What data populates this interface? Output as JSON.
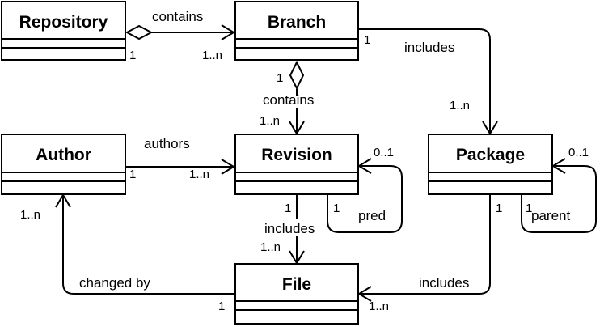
{
  "classes": {
    "repository": "Repository",
    "branch": "Branch",
    "author": "Author",
    "revision": "Revision",
    "package": "Package",
    "file": "File"
  },
  "associations": {
    "repo_branch": {
      "label": "contains",
      "source_mult": "1",
      "target_mult": "1..n"
    },
    "branch_package": {
      "label": "includes",
      "source_mult": "1",
      "target_mult": "1..n"
    },
    "branch_revision": {
      "label": "contains",
      "source_mult": "1",
      "target_mult": "1..n"
    },
    "author_revision": {
      "label": "authors",
      "source_mult": "1",
      "target_mult": "1..n"
    },
    "revision_self": {
      "label": "pred",
      "source_mult": "1",
      "target_mult": "0..1"
    },
    "package_self": {
      "label": "parent",
      "source_mult": "1",
      "target_mult": "0..1"
    },
    "revision_file": {
      "label": "includes",
      "source_mult": "1",
      "target_mult": "1..n"
    },
    "file_author": {
      "label": "changed by",
      "source_mult": "1",
      "target_mult": "1..n"
    },
    "package_file": {
      "label": "includes",
      "source_mult": "1",
      "target_mult": "1..n"
    }
  }
}
